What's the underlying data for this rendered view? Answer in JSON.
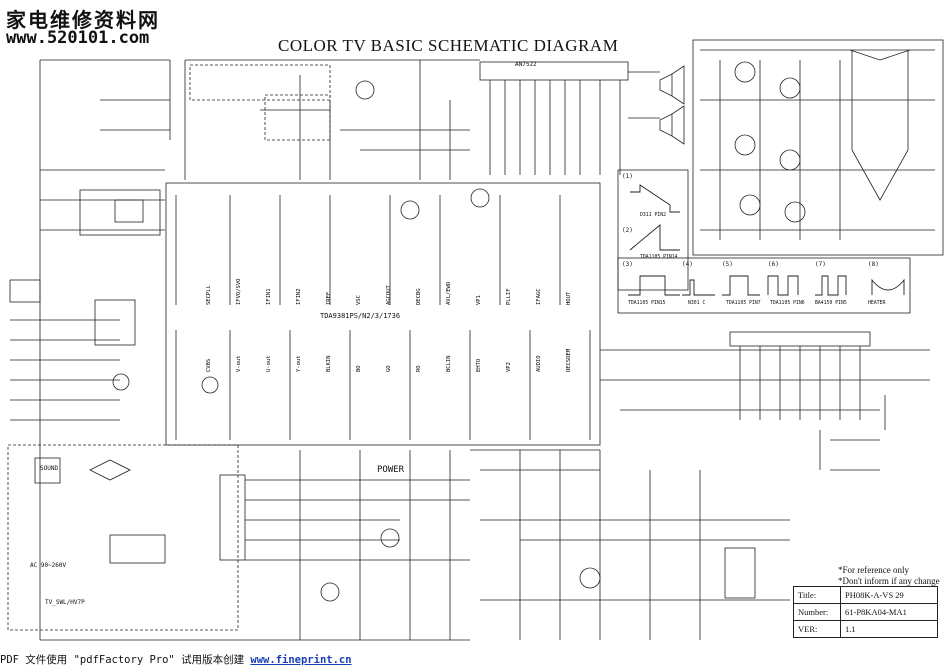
{
  "header": {
    "site_name_cn": "家电维修资料网",
    "site_url": "www.520101.com",
    "title": "COLOR TV BASIC SCHEMATIC DIAGRAM"
  },
  "ic_main": {
    "part": "TDA9381PS/N2/3/1736",
    "left_pins": [
      "SECPLL",
      "IFVO/SVO",
      "IFIN1",
      "IFIN2",
      "IREF",
      "VSC",
      "AGCOUT",
      "DECBG",
      "AVL/EWD",
      "VP1",
      "PLLIF",
      "IFAGC",
      "HOUT"
    ],
    "right_pins": [
      "CVBS",
      "V-out",
      "U-out",
      "Y-out",
      "BLKIN",
      "BO",
      "GO",
      "RO",
      "BCLIN",
      "EHTO",
      "VP2",
      "AUDIO",
      "DECSDEM"
    ]
  },
  "ic_sound": {
    "part": "AN7522",
    "label": "SOUND"
  },
  "power": {
    "label": "POWER",
    "mains": "TV_SWL/HV7P",
    "rating": "AC 90~260V"
  },
  "waveforms": [
    {
      "id": "(1)",
      "caption": "D311 PIN2"
    },
    {
      "id": "(2)",
      "caption": "TDA1105 PIN14"
    },
    {
      "id": "(3)",
      "caption": "TDA1105 PIN15"
    },
    {
      "id": "(4)",
      "caption": "N301 C"
    },
    {
      "id": "(5)",
      "caption": "TDA1105 PIN7"
    },
    {
      "id": "(6)",
      "caption": "TDA1105 PIN6"
    },
    {
      "id": "(7)",
      "caption": "BA4150 PIN5"
    },
    {
      "id": "(8)",
      "caption": "HEATER"
    }
  ],
  "notes": {
    "line1": "*For reference only",
    "line2": "*Don't inform if any change"
  },
  "title_block": {
    "title_key": "Title:",
    "title_val": "PH08K-A-VS 29",
    "number_key": "Number:",
    "number_val": "61-P8KA04-MA1",
    "ver_key": "VER:",
    "ver_val": "1.1"
  },
  "footer": {
    "prefix": "PDF 文件使用 \"pdfFactory Pro\" 试用版本创建 ",
    "link": "www.fineprint.cn"
  }
}
